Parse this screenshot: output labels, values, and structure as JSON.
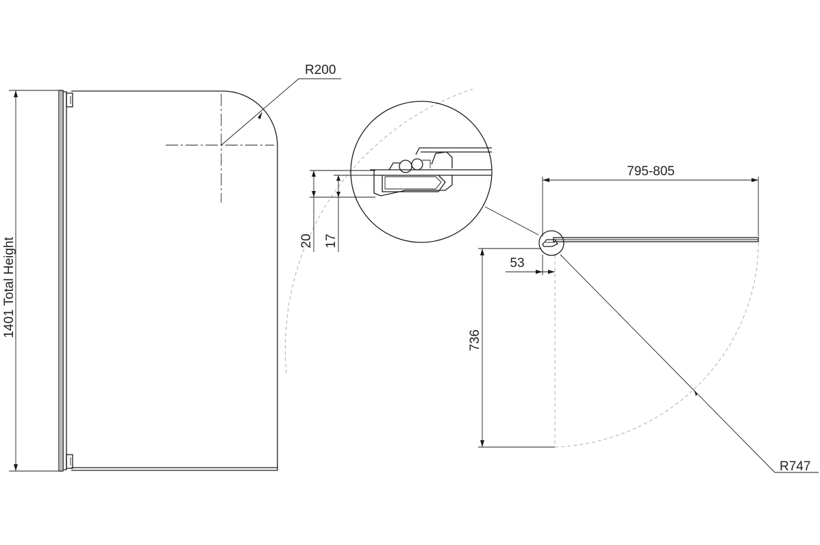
{
  "dimensions": {
    "total_height": "1401 Total Height",
    "radius_top": "R200",
    "detail_20": "20",
    "detail_17": "17",
    "width": "795-805",
    "offset": "53",
    "depth": "736",
    "radius_swing": "R747"
  },
  "colors": {
    "line": "#1a1a1a",
    "faint": "#9a9a9a",
    "background": "#ffffff"
  }
}
